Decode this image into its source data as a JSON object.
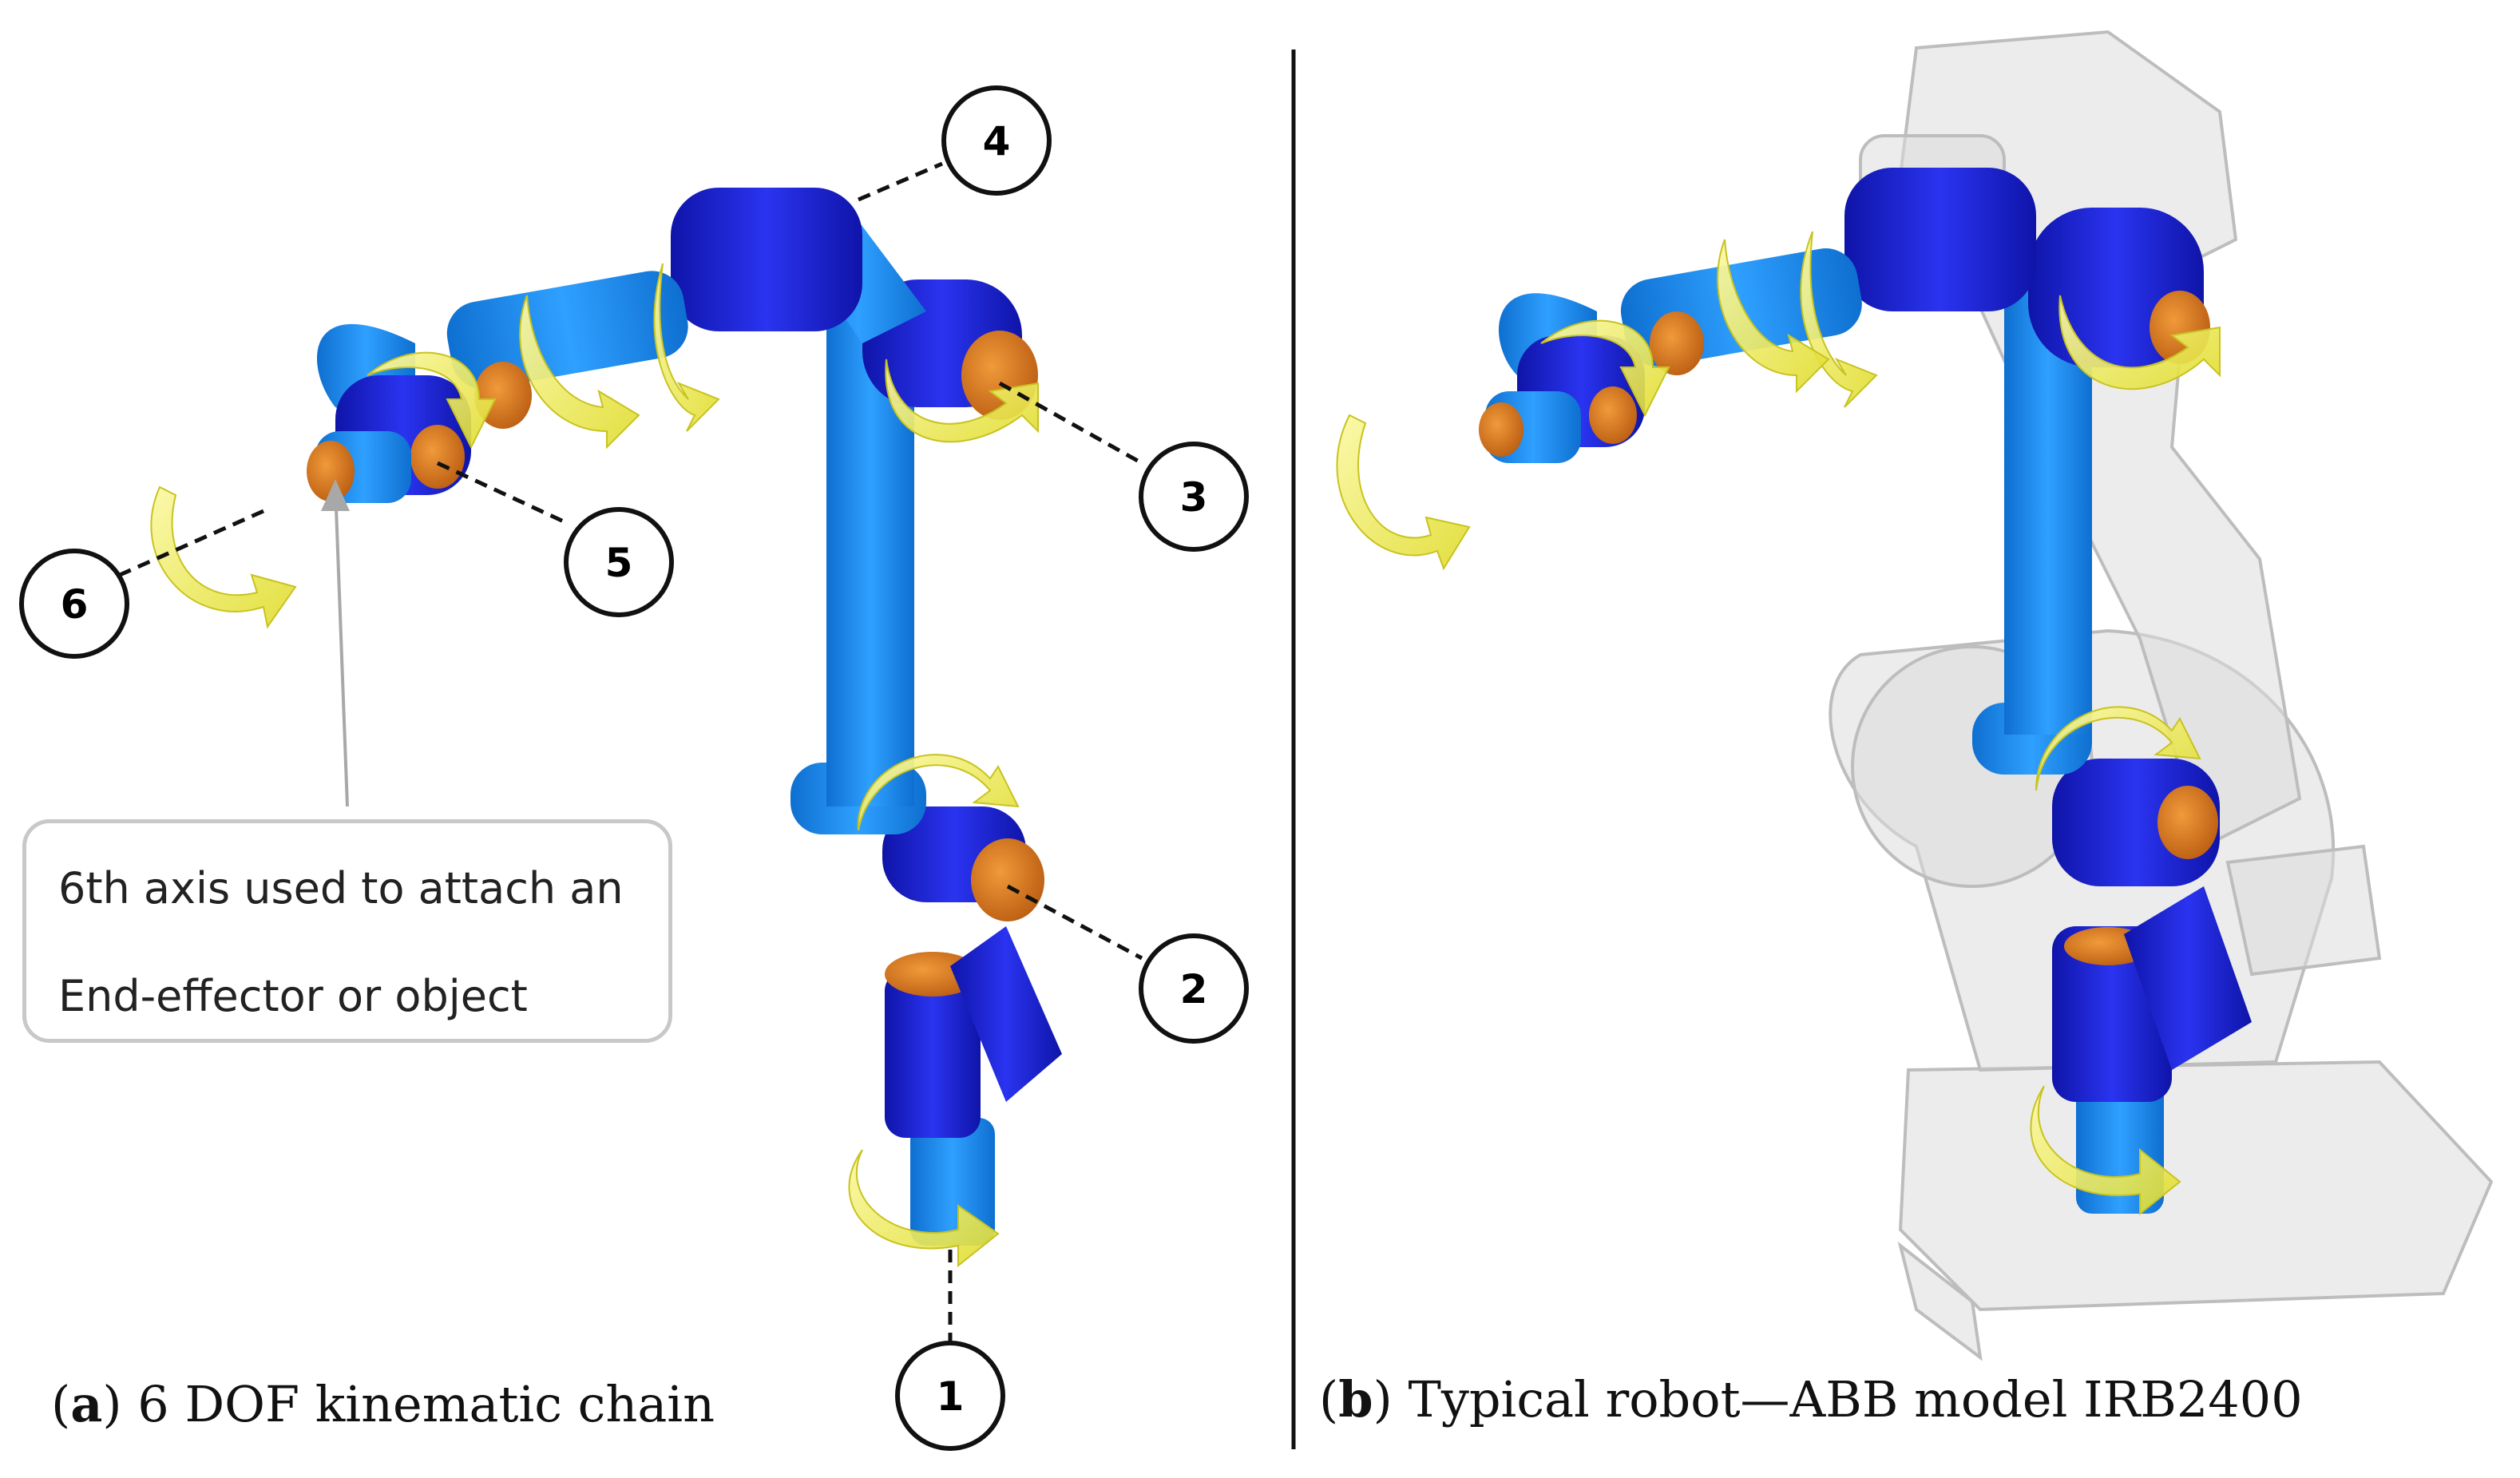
{
  "panel_a": {
    "caption_letter": "a",
    "caption_text": "6 DOF kinematic chain",
    "callout": {
      "line1": "6th axis used to attach an",
      "line2": "End-effector or object"
    },
    "axis_labels": [
      "1",
      "2",
      "3",
      "4",
      "5",
      "6"
    ]
  },
  "panel_b": {
    "caption_letter": "b",
    "caption_text": "Typical robot—ABB model IRB2400"
  },
  "colors": {
    "link_light": "#1f8ef1",
    "link_dark": "#1a22d6",
    "joint_cap": "#e07a1f",
    "rotation_arrow": "#f2ef5a",
    "ghost_robot": "#d4d4d4"
  }
}
